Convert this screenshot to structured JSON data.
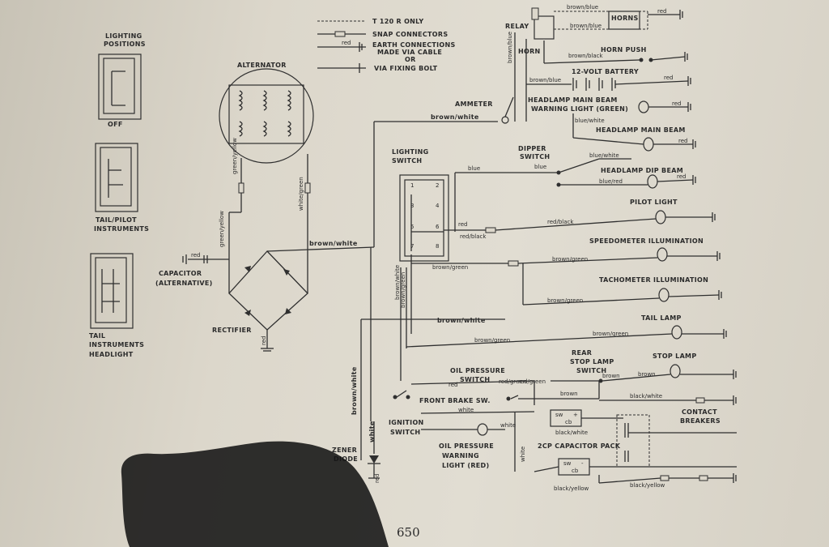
{
  "legend": {
    "t120r": "T 120 R  ONLY",
    "snap": "SNAP CONNECTORS",
    "earth1": "EARTH CONNECTIONS",
    "earth2": "MADE VIA CABLE",
    "earth3": "OR",
    "earth4": "VIA FIXING BOLT",
    "earth_wire": "red"
  },
  "lighting_positions": {
    "title1": "LIGHTING",
    "title2": "POSITIONS",
    "off": "OFF",
    "tail1": "TAIL/PILOT",
    "tail2": "INSTRUMENTS",
    "head1": "TAIL",
    "head2": "INSTRUMENTS",
    "head3": "HEADLIGHT",
    "nums": [
      "1",
      "2",
      "3",
      "4",
      "5",
      "6",
      "7",
      "8"
    ]
  },
  "components": {
    "alternator": "ALTERNATOR",
    "capacitor1": "CAPACITOR",
    "capacitor2": "(ALTERNATIVE)",
    "rectifier": "RECTIFIER",
    "zener1": "ZENER",
    "zener2": "DIODE",
    "ammeter": "AMMETER",
    "lighting_switch1": "LIGHTING",
    "lighting_switch2": "SWITCH",
    "relay": "RELAY",
    "horn": "HORN",
    "horns": "HORNS",
    "horn_push": "HORN PUSH",
    "battery": "12-VOLT BATTERY",
    "main_beam_warn1": "HEADLAMP MAIN BEAM",
    "main_beam_warn2": "WARNING LIGHT (GREEN)",
    "main_beam": "HEADLAMP MAIN BEAM",
    "dipper1": "DIPPER",
    "dipper2": "SWITCH",
    "dip_beam": "HEADLAMP DIP BEAM",
    "pilot": "PILOT LIGHT",
    "speedo": "SPEEDOMETER ILLUMINATION",
    "tacho": "TACHOMETER ILLUMINATION",
    "tail_lamp": "TAIL LAMP",
    "rear_stop1": "REAR",
    "rear_stop2": "STOP LAMP",
    "rear_stop3": "SWITCH",
    "stop_lamp": "STOP LAMP",
    "oil_switch1": "OIL PRESSURE",
    "oil_switch2": "SWITCH",
    "front_brake": "FRONT BRAKE SW.",
    "ignition1": "IGNITION",
    "ignition2": "SWITCH",
    "oil_warn1": "OIL PRESSURE",
    "oil_warn2": "WARNING",
    "oil_warn3": "LIGHT (RED)",
    "cap_pack": "2CP CAPACITOR PACK",
    "contact1": "CONTACT",
    "contact2": "BREAKERS",
    "coil_sw": "sw",
    "coil_cb": "cb",
    "coil_plus": "+",
    "coil_minus": "-"
  },
  "wires": {
    "green_yellow": "green/yellow",
    "white_green": "white/green",
    "brown_white": "brown/white",
    "brown_blue": "brown/blue",
    "brown_black": "brown/black",
    "blue_white": "blue/white",
    "blue_red": "blue/red",
    "blue": "blue",
    "red": "red",
    "red_black": "red/black",
    "brown_green": "brown/green",
    "brown": "brown",
    "black_white": "black/white",
    "black_yellow": "black/yellow",
    "red_green": "red/green",
    "white": "white"
  },
  "page_number": "650"
}
